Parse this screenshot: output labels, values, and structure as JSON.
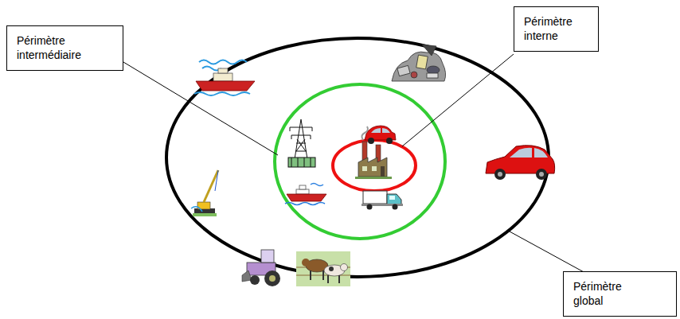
{
  "diagram": {
    "nodes": [
      {
        "text": [
          "Périmètre interne"
        ]
      },
      {
        "text": [
          "Périmètre intermédiaire"
        ]
      },
      {
        "text": [
          "Périmètre global"
        ]
      }
    ]
  }
}
